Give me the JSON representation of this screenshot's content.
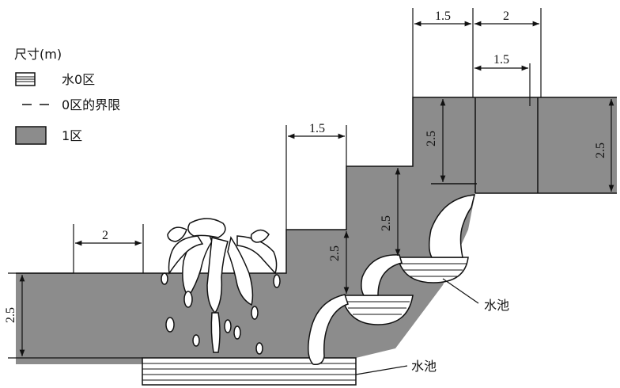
{
  "legend": {
    "title": "尺寸(m)",
    "items": [
      {
        "label": "水0区",
        "icon": "hatched-rect-icon"
      },
      {
        "label": "0区的界限",
        "icon": "dashed-line-icon"
      },
      {
        "label": "1区",
        "icon": "gray-rect-icon"
      }
    ]
  },
  "dimensions": {
    "left_width": "2",
    "left_height": "2.5",
    "step1_width": "1.5",
    "step1_height": "2.5",
    "step2_height": "2.5",
    "top_width_a": "1.5",
    "top_width_b": "2",
    "top_width_c": "1.5",
    "right_height": "2.5"
  },
  "labels": {
    "pool_upper": "水池",
    "pool_lower": "水池"
  },
  "colors": {
    "zone1_fill": "#8c8c8c",
    "line": "#111111",
    "background": "#ffffff"
  }
}
